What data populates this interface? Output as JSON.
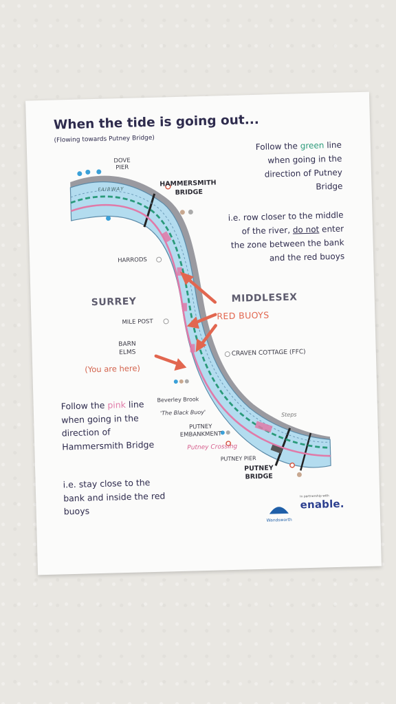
{
  "poster": {
    "title": "When the tide is going out...",
    "subtitle": "(Flowing towards Putney Bridge)",
    "green_instruction": {
      "pre": "Follow the ",
      "highlight": "green",
      "post": " line when going in the direction of Putney Bridge"
    },
    "row_instruction": {
      "pre": "i.e. row closer to the middle of the river, ",
      "emph": "do not",
      "post": " enter the zone between the bank and the red buoys"
    },
    "pink_instruction": {
      "pre": "Follow the ",
      "highlight": "pink",
      "post": " line when going in the direction of Hammersmith Bridge"
    },
    "stay_instruction": "i.e. stay close to the bank and inside the red buoys"
  },
  "map": {
    "regions": {
      "left": "SURREY",
      "right": "MIDDLESEX"
    },
    "labels": {
      "dove_pier": "DOVE\nPIER",
      "dove_line1": "DOVE",
      "dove_line2": "PIER",
      "hammersmith_line1": "HAMMERSMITH",
      "hammersmith_line2": "BRIDGE",
      "fairway": "FAIRWAY",
      "harrods": "HARRODS",
      "mile_post": "MILE POST",
      "barn_line1": "BARN",
      "barn_line2": "ELMS",
      "craven_cottage": "CRAVEN COTTAGE (FFC)",
      "beverley_brook": "Beverley Brook",
      "black_buoy": "'The Black Buoy'",
      "steps": "Steps",
      "putney_emb_line1": "PUTNEY",
      "putney_emb_line2": "EMBANKMENT",
      "putney_crossing": "Putney Crossing",
      "putney_pier": "PUTNEY PIER",
      "putney_bridge_line1": "PUTNEY",
      "putney_bridge_line2": "BRIDGE"
    },
    "callouts": {
      "red_buoys": "RED BUOYS",
      "you_are_here": "(You are here)"
    }
  },
  "logos": {
    "wandsworth": "Wandsworth",
    "enable_tag": "in partnership with",
    "enable": "enable."
  },
  "colors": {
    "ink": "#2e2b4d",
    "green_line": "#2a9a7a",
    "pink_line": "#e07aa8",
    "river": "#a9d8ee",
    "callout": "#e2664f"
  }
}
